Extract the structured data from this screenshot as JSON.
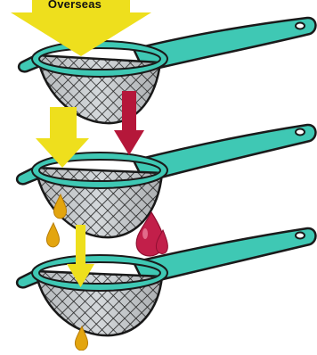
{
  "top_arrow_label": "Overseas",
  "colors": {
    "sieve_handle": "#3fc8b4",
    "sieve_outline": "#1a1a1a",
    "mesh": "#2a2a2a",
    "mesh_fill": "#cfd3d6",
    "yellow_arrow": "#eedf1d",
    "red_arrow": "#b5173a",
    "gold_drop": "#e3a50f",
    "red_drop": "#c21f4a"
  },
  "elements": [
    "large-yellow-arrow",
    "sieve-top",
    "sieve-middle",
    "sieve-bottom",
    "yellow-arrow-1",
    "red-arrow",
    "yellow-arrow-2",
    "gold-drop",
    "red-drop"
  ]
}
